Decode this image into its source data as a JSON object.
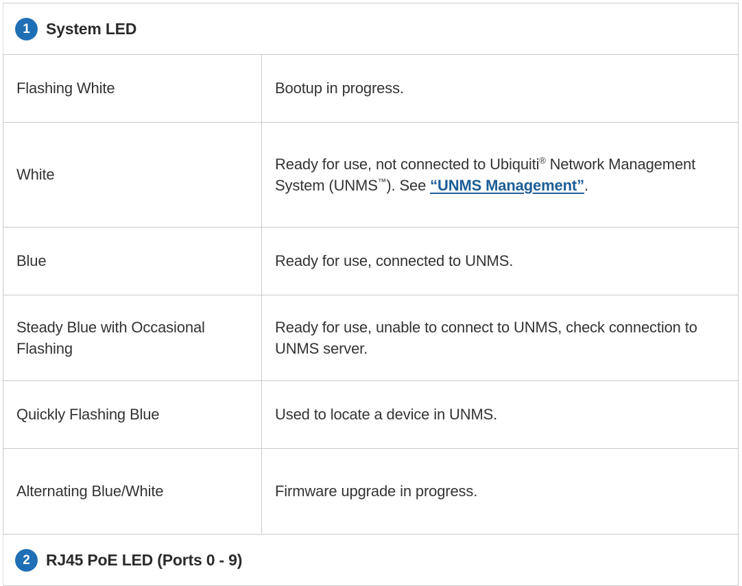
{
  "sections": [
    {
      "badge": "1",
      "title": "System LED"
    },
    {
      "badge": "2",
      "title": "RJ45 PoE LED (Ports 0 - 9)"
    }
  ],
  "rows": [
    {
      "state": "Flashing White",
      "description": "Bootup in progress."
    },
    {
      "state": "White",
      "desc_part1": "Ready for use, not connected to Ubiquiti",
      "desc_sup1": "®",
      "desc_part2": " Network Management System (UNMS",
      "desc_sup2": "™",
      "desc_part3": "). See ",
      "desc_link": "“UNMS Management”",
      "desc_part4": "."
    },
    {
      "state": "Blue",
      "description": "Ready for use, connected to UNMS."
    },
    {
      "state": "Steady Blue with Occasional Flashing",
      "description": "Ready for use, unable to connect to UNMS, check connection to UNMS server."
    },
    {
      "state": "Quickly Flashing Blue",
      "description": "Used to locate a device in UNMS."
    },
    {
      "state": "Alternating Blue/White",
      "description": "Firmware upgrade in progress."
    }
  ],
  "colors": {
    "badge_blue": "#1f6fb5",
    "link_blue": "#1b5d96",
    "text": "#333333",
    "border": "#c9c9c9"
  }
}
